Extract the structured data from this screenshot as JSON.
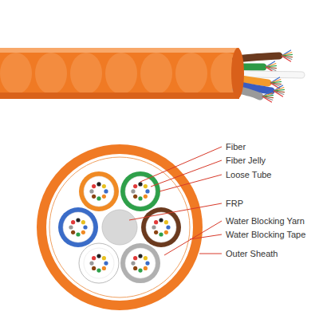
{
  "diagram": {
    "labels": [
      "Fiber",
      "Fiber Jelly",
      "Loose Tube",
      "FRP",
      "Water Blocking Yarn",
      "Water Blocking Tape",
      "Outer Sheath"
    ]
  }
}
